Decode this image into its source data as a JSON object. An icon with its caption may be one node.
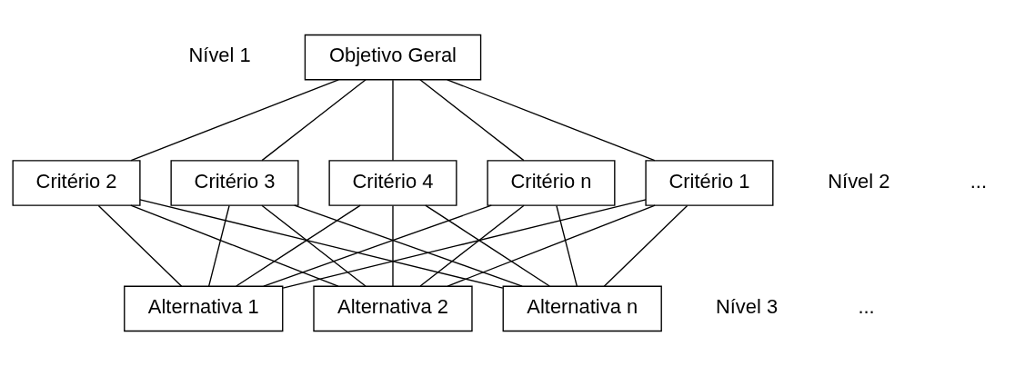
{
  "diagram": {
    "nodes": [
      {
        "text": [
          "Objetivo Geral"
        ]
      },
      {
        "text": [
          "Critério 1"
        ]
      },
      {
        "text": [
          "Critério 2"
        ]
      },
      {
        "text": [
          "Critério 3"
        ]
      },
      {
        "text": [
          "Critério 4"
        ]
      },
      {
        "text": [
          "Critério n"
        ]
      },
      {
        "text": [
          "Alternativa 1"
        ]
      },
      {
        "text": [
          "Alternativa 2"
        ]
      },
      {
        "text": [
          "Alternativa n"
        ]
      }
    ],
    "edges": [
      {
        "from": 0,
        "to": 1,
        "arrow": "none"
      },
      {
        "from": 0,
        "to": 2,
        "arrow": "none"
      },
      {
        "from": 0,
        "to": 3,
        "arrow": "none"
      },
      {
        "from": 0,
        "to": 4,
        "arrow": "none"
      },
      {
        "from": 0,
        "to": 5,
        "arrow": "none"
      },
      {
        "from": 1,
        "to": 6,
        "arrow": "none"
      },
      {
        "from": 1,
        "to": 7,
        "arrow": "none"
      },
      {
        "from": 1,
        "to": 8,
        "arrow": "none"
      },
      {
        "from": 2,
        "to": 6,
        "arrow": "none"
      },
      {
        "from": 2,
        "to": 7,
        "arrow": "none"
      },
      {
        "from": 2,
        "to": 8,
        "arrow": "none"
      },
      {
        "from": 3,
        "to": 6,
        "arrow": "none"
      },
      {
        "from": 3,
        "to": 7,
        "arrow": "none"
      },
      {
        "from": 3,
        "to": 8,
        "arrow": "none"
      },
      {
        "from": 4,
        "to": 6,
        "arrow": "none"
      },
      {
        "from": 4,
        "to": 7,
        "arrow": "none"
      },
      {
        "from": 4,
        "to": 8,
        "arrow": "none"
      },
      {
        "from": 5,
        "to": 6,
        "arrow": "none"
      },
      {
        "from": 5,
        "to": 7,
        "arrow": "none"
      },
      {
        "from": 5,
        "to": 8,
        "arrow": "none"
      }
    ],
    "labels": [
      "Nível 1",
      "Nível 2",
      "...",
      "Nível 3",
      "..."
    ]
  }
}
